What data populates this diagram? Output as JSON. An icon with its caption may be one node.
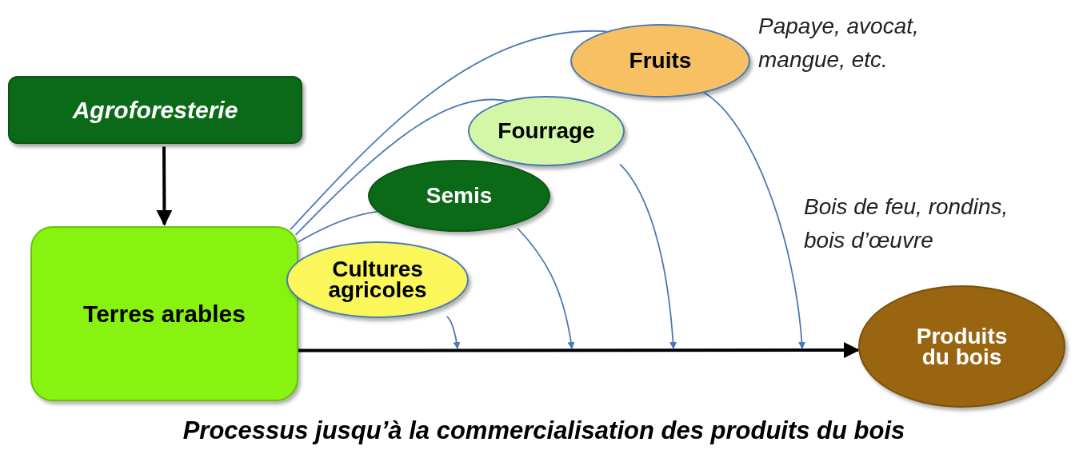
{
  "diagram": {
    "caption": "Processus jusqu’à la commercialisation des produits du bois",
    "nodes": [
      {
        "text": [
          "Agroforesterie"
        ]
      },
      {
        "text": [
          "Terres arables"
        ]
      },
      {
        "text": [
          "Fruits"
        ],
        "beside": [
          "Papaye, avocat, mangue, etc."
        ]
      },
      {
        "text": [
          "Fourrage"
        ]
      },
      {
        "text": [
          "Semis"
        ]
      },
      {
        "text": [
          "Cultures agricoles"
        ]
      },
      {
        "text": [
          "Produits du bois"
        ],
        "beside": [
          "Bois de feu, rondins, bois d’œuvre"
        ]
      }
    ],
    "edges": [
      {
        "from": 0,
        "to": 1,
        "arrow": "to",
        "style": "thick",
        "color": "#000000"
      },
      {
        "from": 1,
        "to": 6,
        "arrow": "to",
        "style": "thick",
        "color": "#000000"
      },
      {
        "from": 1,
        "to": 2,
        "arrow": "none"
      },
      {
        "from": 1,
        "to": 3,
        "arrow": "none"
      },
      {
        "from": 1,
        "to": 4,
        "arrow": "none"
      },
      {
        "from": 2,
        "to": null,
        "arrow": "to"
      },
      {
        "from": 3,
        "to": null,
        "arrow": "to"
      },
      {
        "from": 4,
        "to": null,
        "arrow": "to"
      },
      {
        "from": 5,
        "to": null,
        "arrow": "to"
      }
    ]
  }
}
